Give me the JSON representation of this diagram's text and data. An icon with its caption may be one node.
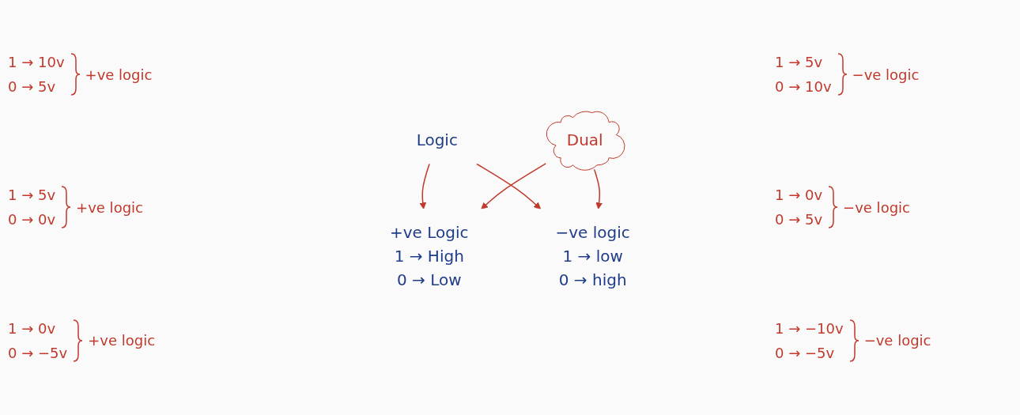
{
  "diagram": {
    "nodes": [
      {
        "text": [
          "Logic"
        ]
      },
      {
        "text": [
          "+ve Logic",
          "1 → High",
          "0 → Low"
        ]
      },
      {
        "text": [
          "−ve logic",
          "1 → low",
          "0 → high"
        ]
      },
      {
        "text": [
          "Dual"
        ]
      }
    ],
    "edges": [
      {
        "from": 0,
        "to": 1,
        "arrow": "to"
      },
      {
        "from": 0,
        "to": 2,
        "arrow": "to"
      },
      {
        "from": 3,
        "to": 1,
        "arrow": "to"
      },
      {
        "from": 3,
        "to": 2,
        "arrow": "to"
      }
    ],
    "labels": [
      "1 → 10v",
      "0 → 5v",
      "+ve logic",
      "1 → 5v",
      "0 → 10v",
      "−ve logic",
      "1 → 5v",
      "0 → 0v",
      "+ve logic",
      "1 → 0v",
      "0 → 5v",
      "−ve logic",
      "1 → 0v",
      "0 → −5v",
      "+ve logic",
      "1 → −10v",
      "0 → −5v",
      "−ve logic"
    ]
  }
}
